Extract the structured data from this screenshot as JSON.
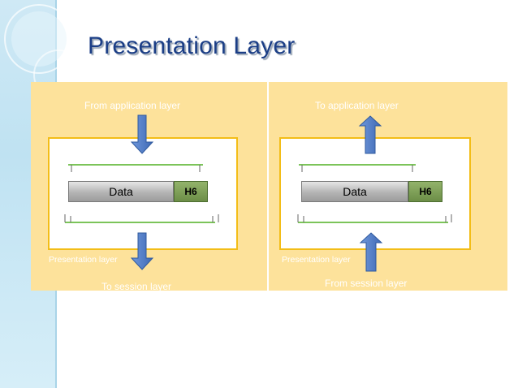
{
  "slide": {
    "title": "Presentation Layer"
  },
  "left_panel": {
    "top_label": "From application layer",
    "bottom_label": "To session layer",
    "layer_label": "Presentation layer",
    "data_label": "Data",
    "header_label": "H6",
    "arrow_direction": "down"
  },
  "right_panel": {
    "top_label": "To application layer",
    "bottom_label": "From session layer",
    "layer_label": "Presentation layer",
    "data_label": "Data",
    "header_label": "H6",
    "arrow_direction": "up"
  },
  "colors": {
    "title": "#1b3e86",
    "panel_fill": "#fde29b",
    "box_border": "#f3bd17",
    "arrow": "#4f7dc9",
    "bracket": "#7cc45a",
    "header": "#6c8e47"
  }
}
